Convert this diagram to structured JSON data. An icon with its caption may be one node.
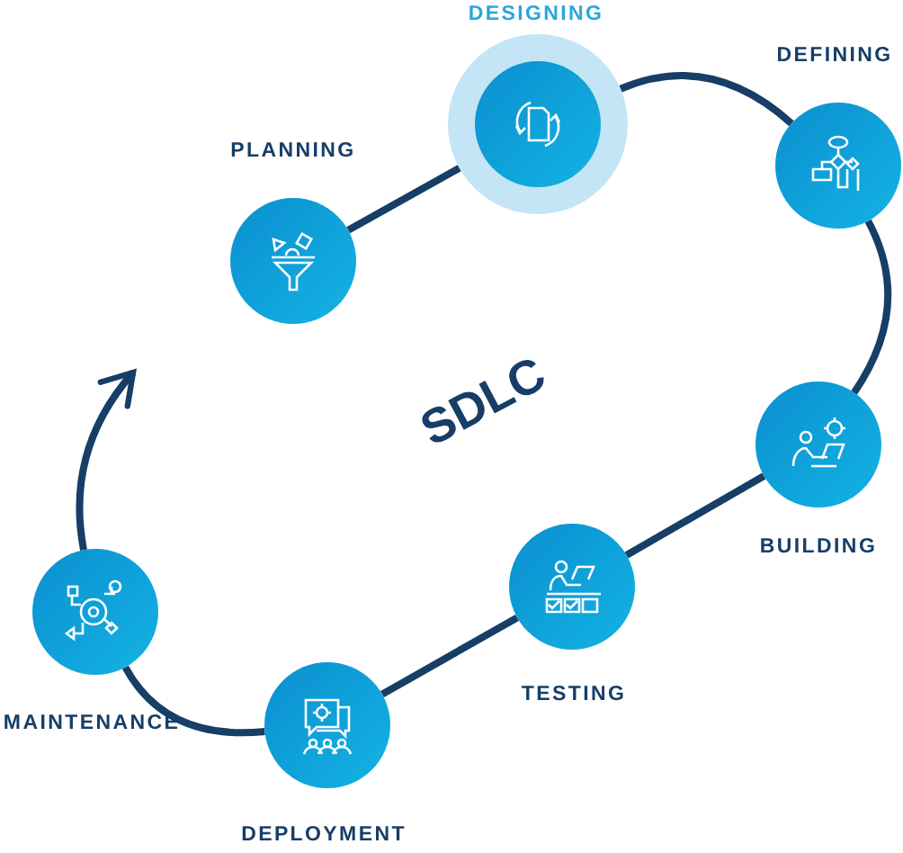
{
  "diagram": {
    "nodes": [
      {
        "text": [
          "PLANNING"
        ]
      },
      {
        "text": [
          "DESIGNING"
        ]
      },
      {
        "text": [
          "DEFINING"
        ]
      },
      {
        "text": [
          "BUILDING"
        ]
      },
      {
        "text": [
          "TESTING"
        ]
      },
      {
        "text": [
          "DEPLOYMENT"
        ]
      },
      {
        "text": [
          "MAINTENANCE"
        ]
      }
    ],
    "edges": [
      {
        "from": 0,
        "to": 1,
        "arrow": "none"
      },
      {
        "from": 1,
        "to": 2,
        "arrow": "none"
      },
      {
        "from": 2,
        "to": 3,
        "arrow": "none"
      },
      {
        "from": 3,
        "to": 4,
        "arrow": "none"
      },
      {
        "from": 4,
        "to": 5,
        "arrow": "none"
      },
      {
        "from": 5,
        "to": 6,
        "arrow": "none"
      },
      {
        "from": 6,
        "to": null,
        "arrow": "to"
      }
    ],
    "labels": [
      "SDLC"
    ]
  }
}
